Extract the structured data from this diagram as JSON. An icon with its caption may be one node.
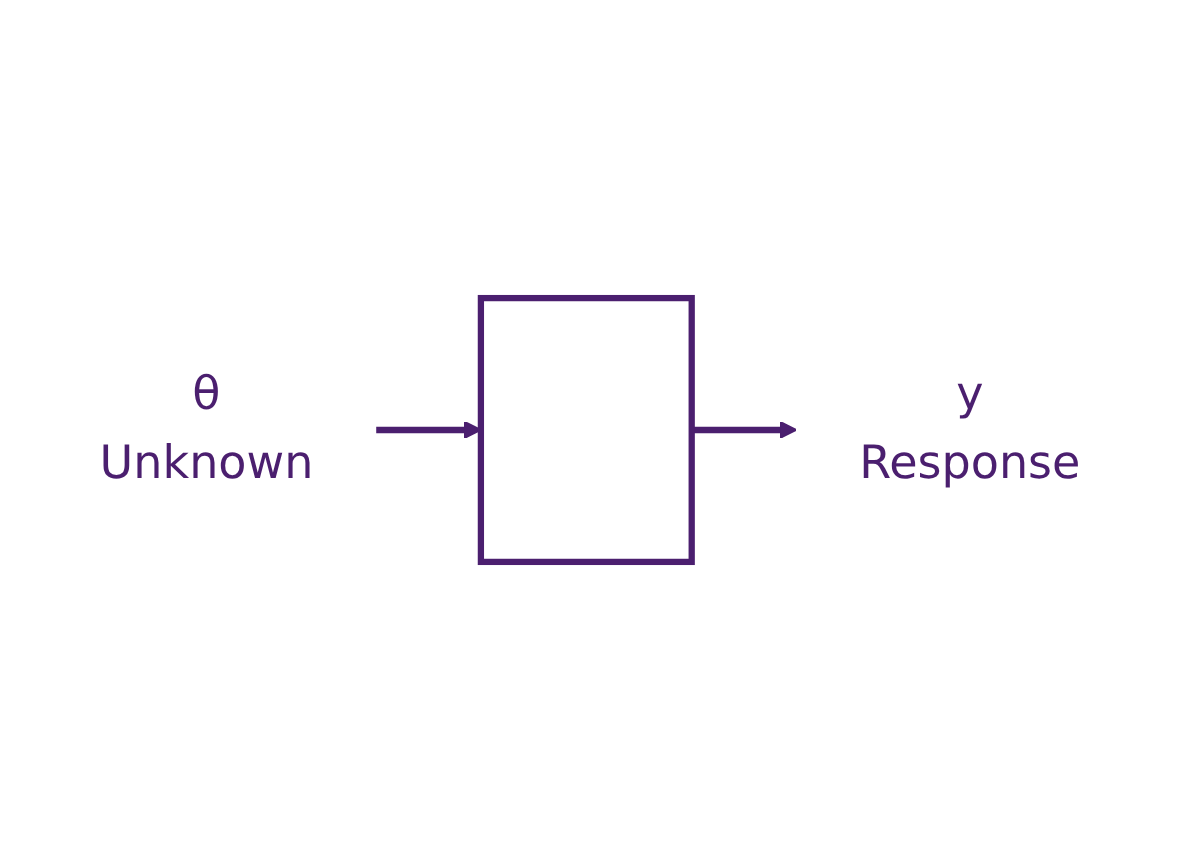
{
  "diagram": {
    "nodes": [
      {
        "text": [],
        "shape": "box"
      },
      {
        "text": [
          "y"
        ],
        "beside": [
          "Response"
        ]
      },
      {
        "text": [
          "θ"
        ],
        "beside": [
          "Unknown"
        ]
      }
    ],
    "edges": [
      {
        "from": 0,
        "to": 1,
        "arrow": "to"
      },
      {
        "from": 2,
        "to": 0,
        "arrow": "to"
      }
    ]
  }
}
